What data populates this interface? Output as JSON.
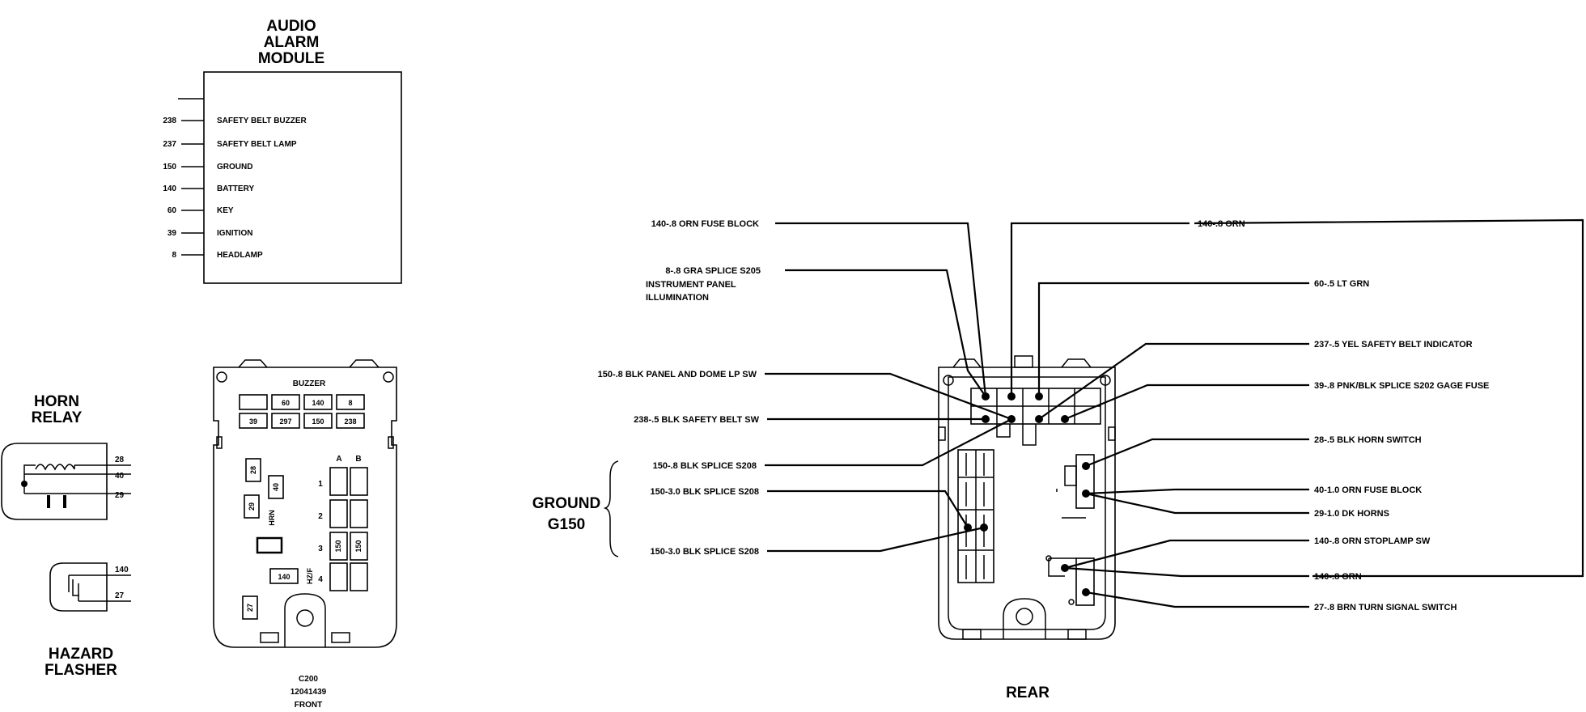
{
  "audio_alarm_module": {
    "title": [
      "AUDIO",
      "ALARM",
      "MODULE"
    ],
    "pins": [
      {
        "wire": "238",
        "function": "SAFETY BELT BUZZER"
      },
      {
        "wire": "237",
        "function": "SAFETY BELT LAMP"
      },
      {
        "wire": "150",
        "function": "GROUND"
      },
      {
        "wire": "140",
        "function": "BATTERY"
      },
      {
        "wire": "60",
        "function": "KEY"
      },
      {
        "wire": "39",
        "function": "IGNITION"
      },
      {
        "wire": "8",
        "function": "HEADLAMP"
      }
    ]
  },
  "horn_relay": {
    "title": [
      "HORN",
      "RELAY"
    ],
    "wires": [
      "28",
      "40",
      "29"
    ]
  },
  "hazard_flasher": {
    "title": [
      "HAZARD",
      "FLASHER"
    ],
    "wires": [
      "140",
      "27"
    ]
  },
  "front_view": {
    "buzzer_label": "BUZZER",
    "top_row": [
      "60",
      "140",
      "8"
    ],
    "second_row": [
      "39",
      "297",
      "150",
      "238"
    ],
    "col_a": "A",
    "col_b": "B",
    "row_numbers": [
      "1",
      "2",
      "3",
      "4"
    ],
    "cell_28": "28",
    "cell_29": "29",
    "cell_40": "40",
    "hrn": "HRN",
    "cell_150a": "150",
    "cell_150b": "150",
    "cell_140": "140",
    "hz_f": "HZ/F",
    "cell_27": "27",
    "caption": [
      "C200",
      "12041439",
      "FRONT"
    ]
  },
  "rear_view": {
    "caption": "REAR",
    "ground_label": [
      "GROUND",
      "G150"
    ],
    "left_callouts": [
      "140-.8 ORN FUSE BLOCK",
      "8-.8 GRA  SPLICE  S205",
      "INSTRUMENT PANEL",
      "ILLUMINATION",
      "150-.8 BLK PANEL AND DOME LP SW",
      "238-.5 BLK SAFETY BELT SW",
      "150-.8 BLK  SPLICE  S208",
      "150-3.0 BLK  SPLICE  S208",
      "150-3.0 BLK  SPLICE  S208"
    ],
    "right_callouts": [
      "140-.8 ORN",
      "60-.5 LT GRN",
      "237-.5 YEL SAFETY BELT INDICATOR",
      "39-.8 PNK/BLK  SPLICE  S202  GAGE FUSE",
      "28-.5 BLK  HORN SWITCH",
      "40-1.0 ORN  FUSE BLOCK",
      "29-1.0 DK  HORNS",
      "140-.8 ORN  STOPLAMP SW",
      "140-.8 ORN",
      "27-.8 BRN   TURN SIGNAL SWITCH"
    ]
  }
}
